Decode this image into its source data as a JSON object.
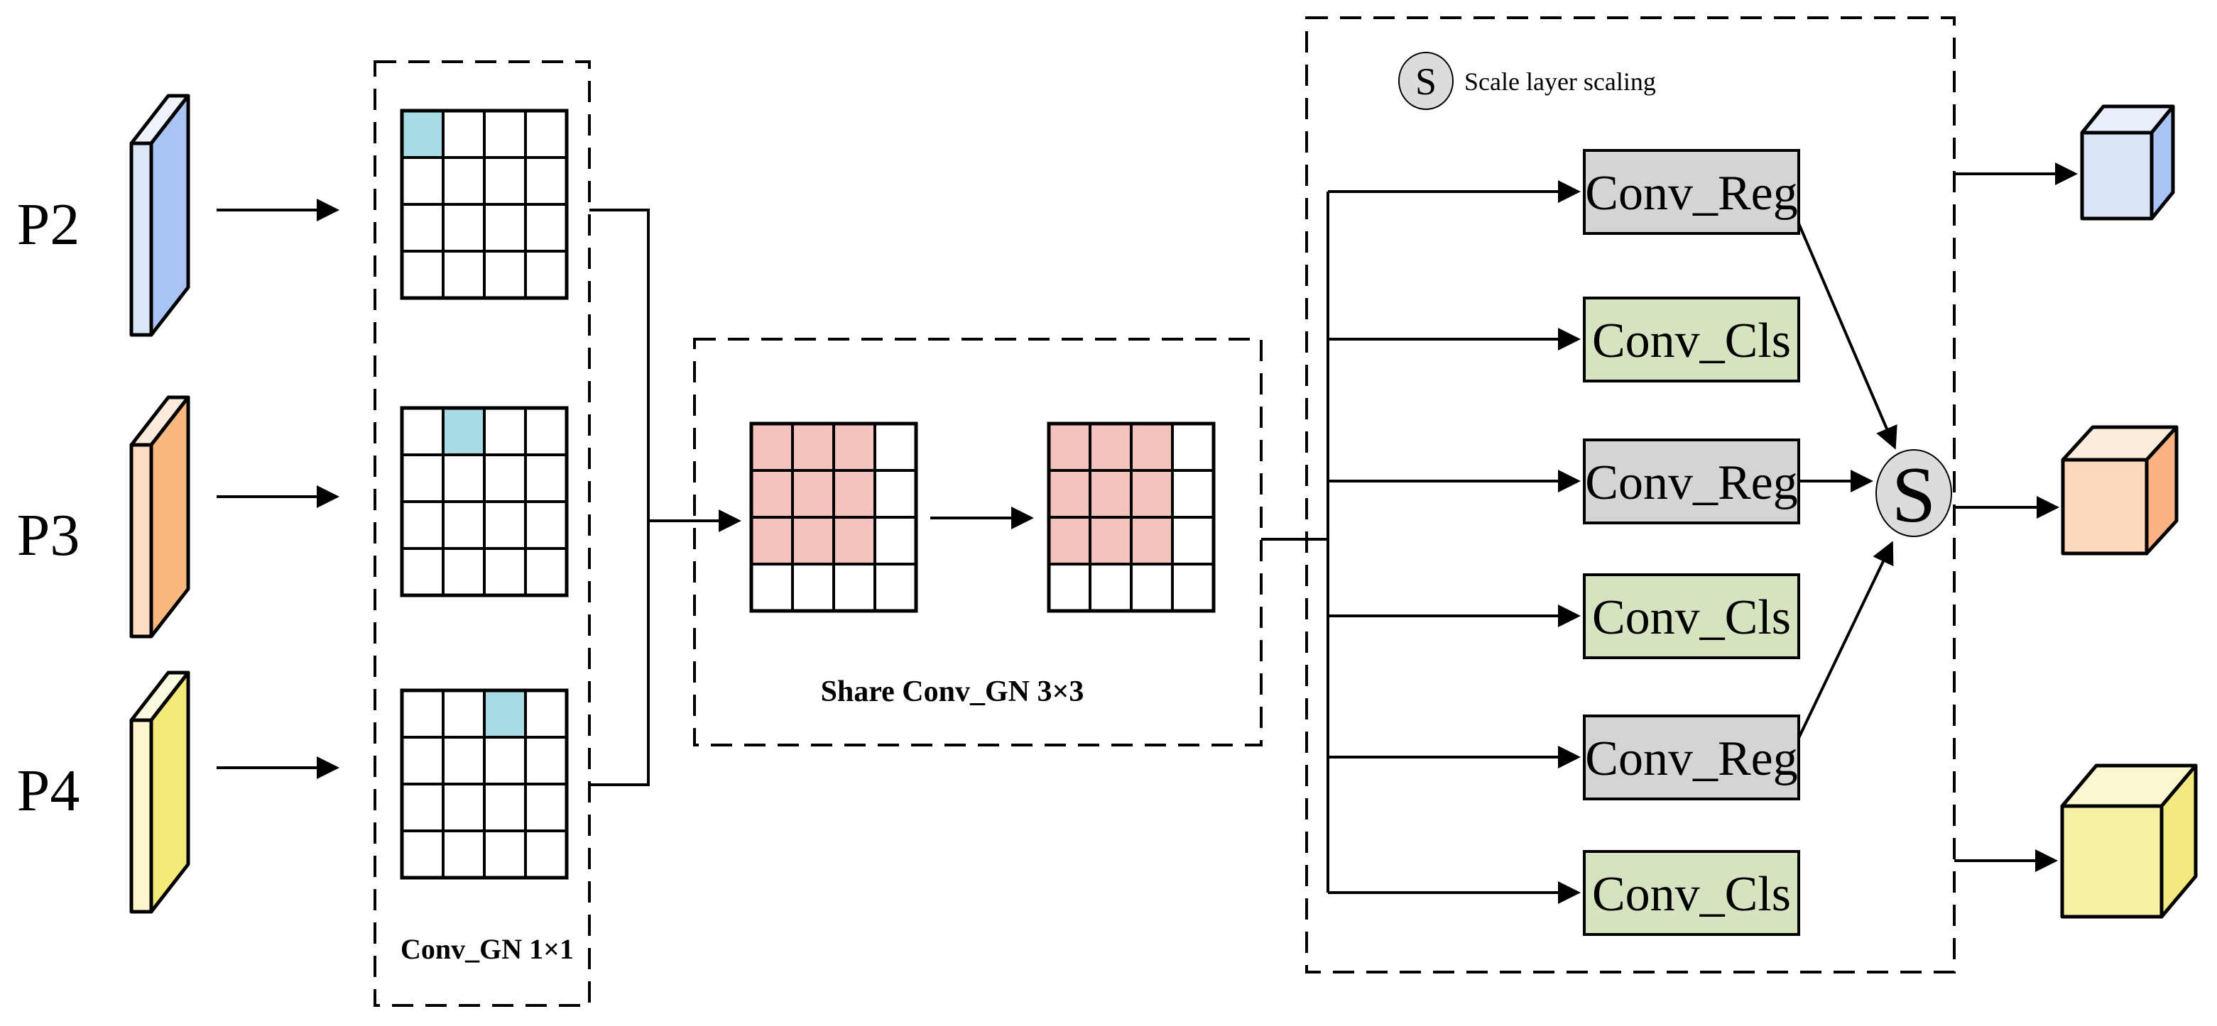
{
  "inputs": [
    {
      "label": "P2",
      "colors": {
        "front": "#dde6f8",
        "side": "#a9c3f4",
        "top": "#eef2fc"
      }
    },
    {
      "label": "P3",
      "colors": {
        "front": "#fddcc2",
        "side": "#fab87e",
        "top": "#fdeada"
      }
    },
    {
      "label": "P4",
      "colors": {
        "front": "#fbf7cb",
        "side": "#f4ea79",
        "top": "#fcfadf"
      }
    }
  ],
  "conv1x1_block": {
    "label": "Conv_GN 1×1",
    "highlight_color": "#a8dbe6"
  },
  "share_block": {
    "label": "Share Conv_GN 3×3",
    "highlight_color": "#f4c3bd"
  },
  "head_block": {
    "legend_symbol": "S",
    "legend_label": "Scale layer scaling",
    "scale_symbol": "S",
    "branches": [
      {
        "label": "Conv_Reg"
      },
      {
        "label": "Conv_Cls"
      },
      {
        "label": "Conv_Reg"
      },
      {
        "label": "Conv_Cls"
      },
      {
        "label": "Conv_Reg"
      },
      {
        "label": "Conv_Cls"
      }
    ],
    "colors": {
      "reg": "#d4d4d4",
      "cls": "#d5e3c0",
      "scale": "#dcdcdc",
      "legend": "#dcdcdc"
    }
  },
  "outputs": [
    {
      "colors": {
        "front": "#dbe3f7",
        "side": "#a9c3f4",
        "top": "#e9eefb"
      }
    },
    {
      "colors": {
        "front": "#fcd9bb",
        "side": "#fbb181",
        "top": "#fdebdc"
      }
    },
    {
      "colors": {
        "front": "#f7f1a3",
        "side": "#f3e87d",
        "top": "#fbf8cf"
      }
    }
  ]
}
